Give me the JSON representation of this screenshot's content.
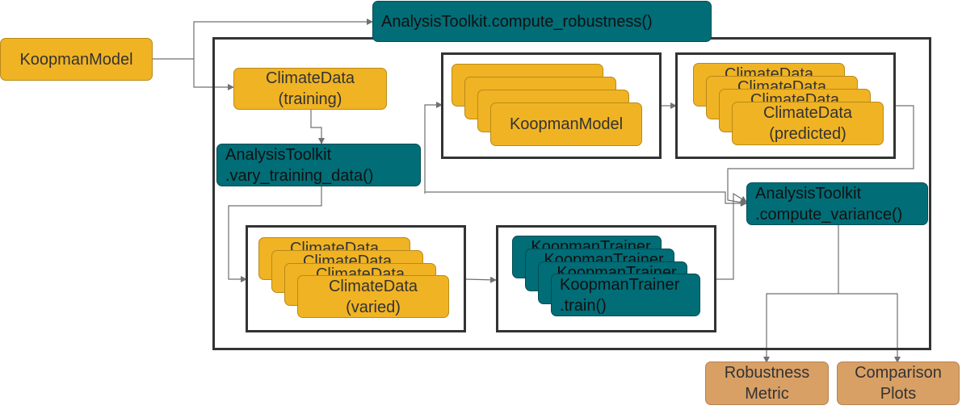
{
  "colors": {
    "yellow": "#f0b323",
    "teal": "#006d77",
    "orange": "#d9a066",
    "frame": "#333333",
    "connector": "#707070"
  },
  "nodes": {
    "koopman_model_input": "KoopmanModel",
    "compute_robustness": "AnalysisToolkit.compute_robustness()",
    "climate_training": {
      "line1": "ClimateData",
      "line2": "(training)"
    },
    "vary_training": {
      "line1": "AnalysisToolkit",
      "line2": ".vary_training_data()"
    },
    "varied_stack": {
      "back_label": "ClimateData",
      "front_line1": "ClimateData",
      "front_line2": "(varied)"
    },
    "trainer_stack": {
      "back_label": "KoopmanTrainer",
      "front_line1": "KoopmanTrainer",
      "front_line2": ".train()"
    },
    "model_stack": {
      "front_label": "KoopmanModel"
    },
    "predicted_stack": {
      "back_label": "ClimateData",
      "front_line1": "ClimateData",
      "front_line2": "(predicted)"
    },
    "compute_variance": {
      "line1": "AnalysisToolkit",
      "line2": ".compute_variance()"
    },
    "robustness_metric": {
      "line1": "Robustness",
      "line2": "Metric"
    },
    "comparison_plots": {
      "line1": "Comparison",
      "line2": "Plots"
    }
  }
}
